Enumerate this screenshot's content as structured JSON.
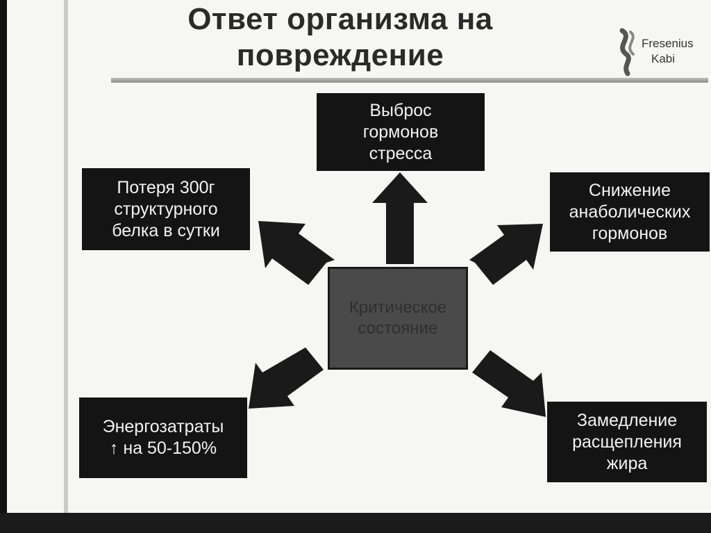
{
  "title": "Ответ организма на\nповреждение",
  "logo": {
    "line1": "Fresenius",
    "line2": "Kabi"
  },
  "center": {
    "label": "Критическое\nсостояние"
  },
  "boxes": {
    "top": "Выброс\nгормонов\nстресса",
    "top_left": "Потеря 300г\nструктурного\nбелка в сутки",
    "top_right": "Снижение\nанаболических\nгормонов",
    "bottom_left": "Энергозатраты\n↑ на 50-150%",
    "bottom_right": "Замедление\nрасщепления\nжира"
  },
  "colors": {
    "box": "#141414",
    "center": "#4a4a4a",
    "arrow": "#1a1a1a"
  }
}
